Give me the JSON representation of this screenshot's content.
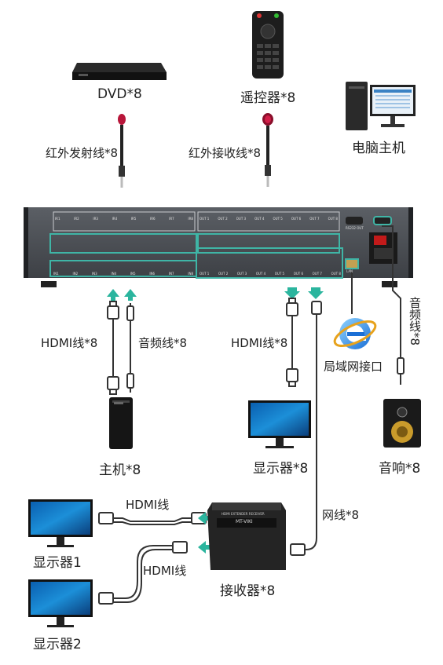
{
  "labels": {
    "dvd": "DVD*8",
    "remote": "遥控器*8",
    "ir_tx": "红外发射线*8",
    "ir_rx": "红外接收线*8",
    "pc_host": "电脑主机",
    "hdmi_in": "HDMI线*8",
    "audio_in": "音频线*8",
    "hdmi_out": "HDMI线*8",
    "lan": "局域网接口",
    "audio_out_cable": "音频线*8",
    "host": "主机*8",
    "monitor": "显示器*8",
    "speaker": "音响*8",
    "hdmi_cable1": "HDMI线",
    "hdmi_cable2": "HDMI线",
    "network_cable": "网线*8",
    "receiver": "接收器*8",
    "display1": "显示器1",
    "display2": "显示器2"
  },
  "device": {
    "ir_in_ports": [
      "IR1",
      "IR2",
      "IR3",
      "IR4",
      "IR5",
      "IR6",
      "IR7",
      "IR8"
    ],
    "ir_out_ports": [
      "OUT 1",
      "OUT 2",
      "OUT 3",
      "OUT 4",
      "OUT 5",
      "OUT 6",
      "OUT 7",
      "OUT 8"
    ],
    "in_ports": [
      "IN1",
      "IN2",
      "IN3",
      "IN4",
      "IN5",
      "IN6",
      "IN7",
      "IN8"
    ],
    "out_ports": [
      "OUT 1",
      "OUT 2",
      "OUT 3",
      "OUT 4",
      "OUT 5",
      "OUT 6",
      "OUT 7",
      "OUT 8"
    ],
    "lan_label": "LAN",
    "rs232_label": "RS232 OUT",
    "receiver_brand": "MT-VIKI",
    "receiver_sub": "HDMI EXTENDER RECEIVER"
  },
  "colors": {
    "panel": "#4a4d52",
    "panel_dark": "#2c2e31",
    "port_highlight": "#3fb5a6",
    "arrow": "#2bb59e",
    "cable": "#555"
  }
}
